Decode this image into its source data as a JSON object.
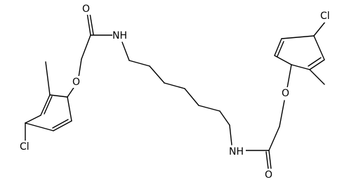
{
  "molecule": {
    "atoms": {
      "cl_left": "Cl",
      "o_ether_left": "O",
      "o_carbonyl_left": "O",
      "nh_left": "NH",
      "nh_right": "NH",
      "o_carbonyl_right": "O",
      "o_ether_right": "O",
      "cl_right": "Cl"
    },
    "colors": {
      "bond": "#000000",
      "label": "#000000",
      "background": "#ffffff"
    }
  }
}
